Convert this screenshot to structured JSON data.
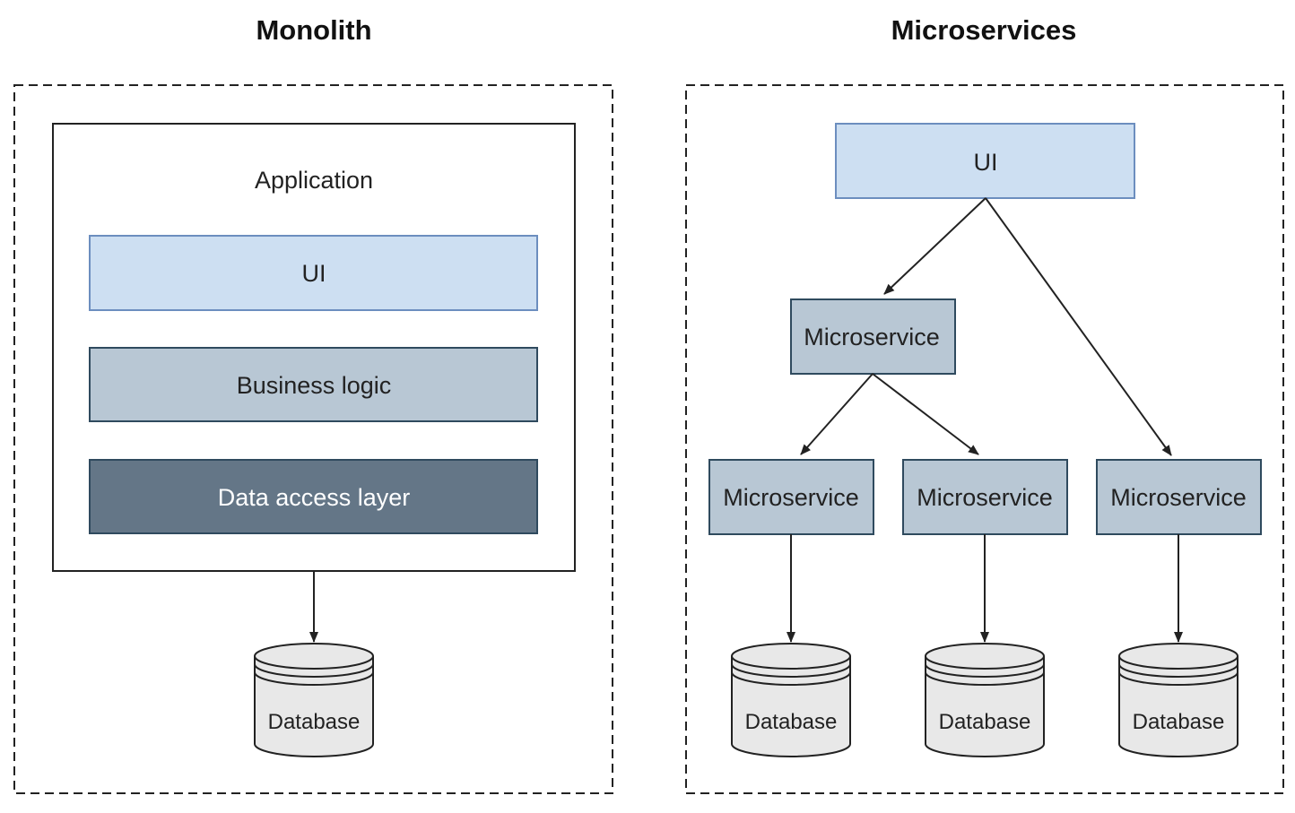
{
  "monolith": {
    "title": "Monolith",
    "application_label": "Application",
    "layers": {
      "ui": "UI",
      "business": "Business logic",
      "data_access": "Data access layer"
    },
    "database": "Database"
  },
  "microservices": {
    "title": "Microservices",
    "ui": "UI",
    "service_top": "Microservice",
    "service_a": "Microservice",
    "service_b": "Microservice",
    "service_c": "Microservice",
    "db_a": "Database",
    "db_b": "Database",
    "db_c": "Database"
  },
  "colors": {
    "ui_fill": "#cddff2",
    "ui_stroke": "#6c8ebf",
    "service_fill": "#b8c7d4",
    "service_stroke": "#2f4a5e",
    "data_layer_fill": "#647687",
    "database_fill": "#e8e8e8"
  }
}
